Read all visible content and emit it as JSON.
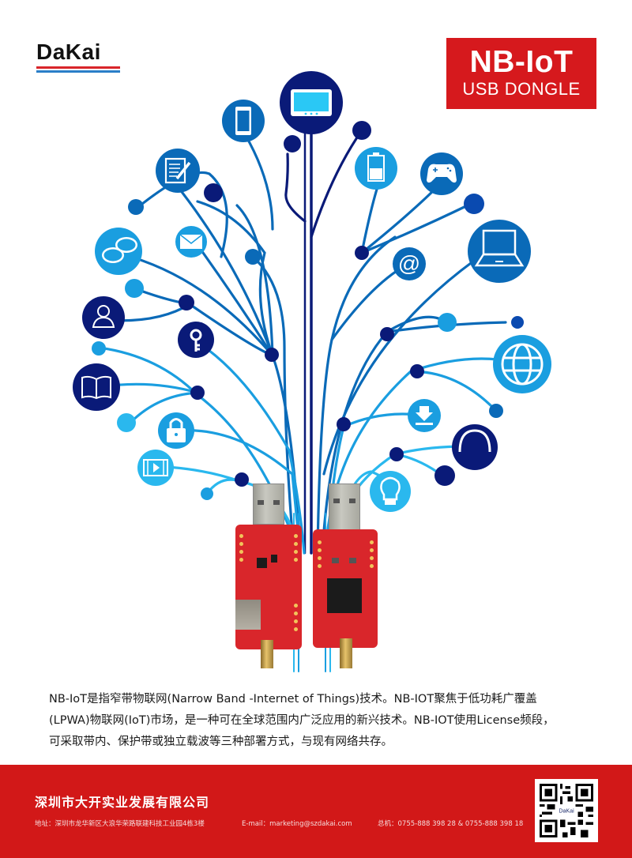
{
  "brand": {
    "logo_text": "DaKai",
    "logo_stripe_colors": [
      "#d9252a",
      "#2a7ec8"
    ]
  },
  "badge": {
    "title": "NB-IoT",
    "subtitle": "USB DONGLE",
    "background": "#d6191d"
  },
  "tree": {
    "colors": {
      "navy": "#0a1a78",
      "mid_blue": "#0a6ab8",
      "light_blue": "#1a9ee0",
      "cyan": "#2ab8ee"
    },
    "icons": [
      {
        "name": "tablet",
        "color": "#0a1a78"
      },
      {
        "name": "smartphone",
        "color": "#0a6ab8"
      },
      {
        "name": "document-edit",
        "color": "#0a6ab8"
      },
      {
        "name": "battery",
        "color": "#1a9ee0"
      },
      {
        "name": "gamepad",
        "color": "#0a6ab8"
      },
      {
        "name": "laptop",
        "color": "#0a6ab8"
      },
      {
        "name": "at-sign",
        "color": "#0a6ab8"
      },
      {
        "name": "envelope",
        "color": "#1a9ee0"
      },
      {
        "name": "chat-bubbles",
        "color": "#1a9ee0"
      },
      {
        "name": "user",
        "color": "#0a1a78"
      },
      {
        "name": "key",
        "color": "#0a1a78"
      },
      {
        "name": "book",
        "color": "#0a1a78"
      },
      {
        "name": "globe",
        "color": "#1a9ee0"
      },
      {
        "name": "download",
        "color": "#1a9ee0"
      },
      {
        "name": "headphones",
        "color": "#0a1a78"
      },
      {
        "name": "padlock",
        "color": "#1a9ee0"
      },
      {
        "name": "video-play",
        "color": "#2ab8ee"
      },
      {
        "name": "light-bulb",
        "color": "#2ab8ee"
      }
    ]
  },
  "description": {
    "lines": [
      "NB-IoT是指窄带物联网(Narrow Band -Internet of Things)技术。NB-IOT聚焦于低功耗广覆盖",
      "(LPWA)物联网(IoT)市场，是一种可在全球范围内广泛应用的新兴技术。NB-IOT使用License频段，",
      "可采取带内、保护带或独立载波等三种部署方式，与现有网络共存。"
    ]
  },
  "footer": {
    "company": "深圳市大开实业发展有限公司",
    "address": "地址：深圳市龙华新区大浪华荣路联建科技工业园4栋3楼",
    "email": "E-mail：marketing@szdakai.com",
    "phone": "总机：0755-888 398 28  &  0755-888 398 18",
    "qr_label": "DaKai",
    "background": "#d21818"
  }
}
